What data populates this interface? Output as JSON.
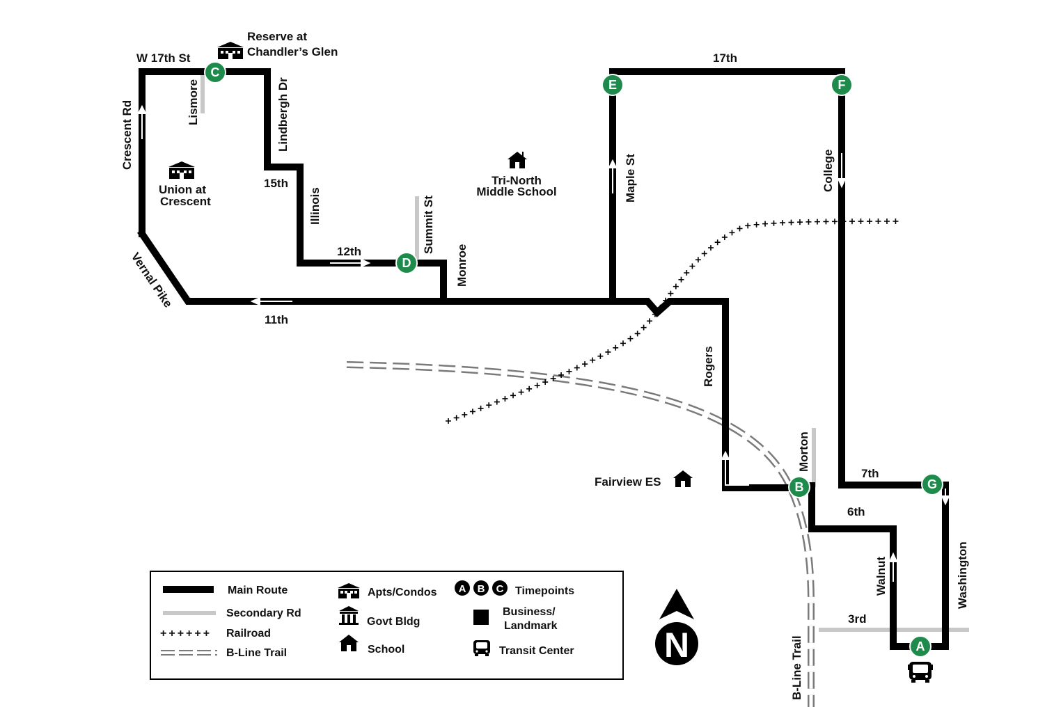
{
  "streets": {
    "w17th": "W 17th St",
    "lismore": "Lismore",
    "lindbergh": "Lindbergh Dr",
    "crescent_rd": "Crescent Rd",
    "fifteenth": "15th",
    "illinois": "Illinois",
    "twelfth": "12th",
    "summit": "Summit St",
    "monroe": "Monroe",
    "vernal": "Vernal Pike",
    "eleventh": "11th",
    "seventeenth": "17th",
    "maple": "Maple St",
    "college": "College",
    "rogers": "Rogers",
    "morton": "Morton",
    "seventh": "7th",
    "sixth": "6th",
    "walnut": "Walnut",
    "washington": "Washington",
    "third": "3rd",
    "bline": "B-Line Trail"
  },
  "places": {
    "reserve_1": "Reserve at",
    "reserve_2": "Chandler’s Glen",
    "union_1": "Union at",
    "union_2": "Crescent",
    "trinorth_1": "Tri-North",
    "trinorth_2": "Middle School",
    "fairview": "Fairview ES"
  },
  "timepoints": [
    "A",
    "B",
    "C",
    "D",
    "E",
    "F",
    "G"
  ],
  "legend": {
    "main_route": "Main Route",
    "secondary_rd": "Secondary Rd",
    "railroad": "Railroad",
    "bline_trail": "B-Line Trail",
    "apts": "Apts/Condos",
    "govt": "Govt Bldg",
    "school": "School",
    "timepoints": "Timepoints",
    "business_1": "Business/",
    "business_2": "Landmark",
    "transit": "Transit Center",
    "railroad_symbol": "++++++",
    "tp_samples": [
      "A",
      "B",
      "C"
    ]
  },
  "north_label": "N",
  "colors": {
    "route": "#000000",
    "secondary": "#c8c8c8",
    "timepoint": "#1e8a4c",
    "trail": "#808080"
  }
}
